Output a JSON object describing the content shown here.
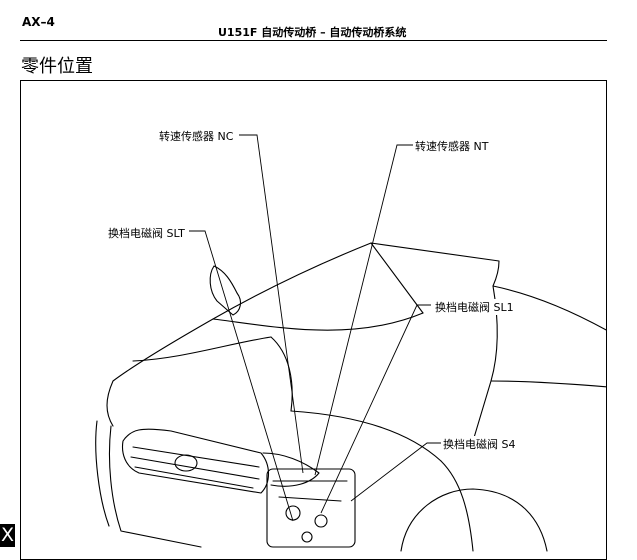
{
  "header": {
    "page_code": "AX–4",
    "running_title": "U151F 自动传动桥 – 自动传动桥系统"
  },
  "section": {
    "title": "零件位置"
  },
  "figure": {
    "callouts": {
      "speed_sensor_nc": "转速传感器 NC",
      "speed_sensor_nt": "转速传感器 NT",
      "shift_solenoid_slt": "换档电磁阀 SLT",
      "shift_solenoid_sl1": "换档电磁阀 SL1",
      "shift_solenoid_s4": "换档电磁阀 S4"
    }
  },
  "corner_mark": "X"
}
